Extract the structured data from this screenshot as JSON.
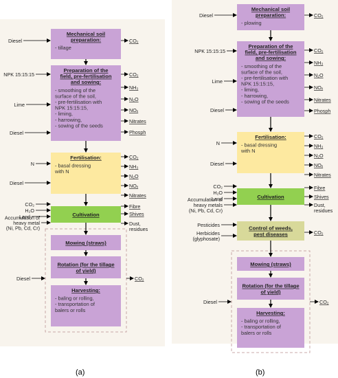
{
  "colors": {
    "purple": "#c9a3d6",
    "yellow": "#fde9a0",
    "green": "#92d050",
    "olive": "#d8d99a",
    "panel_bg": "#f8f4ed",
    "arrow": "#000000",
    "dashed": "#c8a8a8"
  },
  "panel_a": {
    "caption": "(a)",
    "boxes": [
      {
        "id": "a-mech",
        "title": [
          "Mechanical soil",
          "preparation:"
        ],
        "body": [
          "- tillage"
        ],
        "color": "purple"
      },
      {
        "id": "a-prep",
        "title": [
          "Preparation of the",
          "field, pre-fertilisation",
          "and sowing:"
        ],
        "body": [
          "- smoothing of the",
          "surface of the soil,",
          "- pre-fertilisation with",
          "NPK 15:15:15,",
          "- liming,",
          "- harrowing,",
          "- sowing of the seeds"
        ],
        "color": "purple"
      },
      {
        "id": "a-fert",
        "title": [
          "Fertilisation:"
        ],
        "body": [
          "- basal dressing",
          "with N"
        ],
        "color": "yellow"
      },
      {
        "id": "a-cult",
        "title": [
          "Cultivation"
        ],
        "body": [],
        "color": "green"
      },
      {
        "id": "a-mow",
        "title": [
          "Mowing (straws)"
        ],
        "body": [],
        "color": "purple"
      },
      {
        "id": "a-rot",
        "title": [
          "Rotation (for the tillage",
          "of yield)"
        ],
        "body": [],
        "color": "purple"
      },
      {
        "id": "a-harv",
        "title": [
          "Harvesting:"
        ],
        "body": [
          "- baling or rolling,",
          "- transportation of",
          "balers or rolls"
        ],
        "color": "purple"
      }
    ],
    "inputs": [
      {
        "box": "a-mech",
        "lines": [
          "Diesel"
        ]
      },
      {
        "box": "a-prep",
        "lines": [
          "NPK 15:15:15"
        ]
      },
      {
        "box": "a-prep",
        "lines": [
          "Lime"
        ]
      },
      {
        "box": "a-prep",
        "lines": [
          "Diesel"
        ]
      },
      {
        "box": "a-fert",
        "lines": [
          "N"
        ]
      },
      {
        "box": "a-fert",
        "lines": [
          "Diesel"
        ]
      },
      {
        "box": "a-cult",
        "lines": [
          "CO₂"
        ]
      },
      {
        "box": "a-cult",
        "lines": [
          "H₂O"
        ]
      },
      {
        "box": "a-cult",
        "lines": [
          "Land"
        ]
      },
      {
        "box": "a-cult",
        "lines": [
          "Accumulation of",
          "heavy metal",
          "(Ni, Pb, Cd, Cr)"
        ]
      },
      {
        "box": "a-rot",
        "lines": [
          "Diesel"
        ]
      }
    ],
    "outputs": [
      {
        "box": "a-mech",
        "lines": [
          "CO₂"
        ]
      },
      {
        "box": "a-prep",
        "lines": [
          "CO₂"
        ]
      },
      {
        "box": "a-prep",
        "lines": [
          "NH₃"
        ]
      },
      {
        "box": "a-prep",
        "lines": [
          "N₂O"
        ]
      },
      {
        "box": "a-prep",
        "lines": [
          "NOₓ"
        ]
      },
      {
        "box": "a-prep",
        "lines": [
          "Nitrates"
        ]
      },
      {
        "box": "a-prep",
        "lines": [
          "Phosph"
        ]
      },
      {
        "box": "a-fert",
        "lines": [
          "CO₂"
        ]
      },
      {
        "box": "a-fert",
        "lines": [
          "NH₃"
        ]
      },
      {
        "box": "a-fert",
        "lines": [
          "N₂O"
        ]
      },
      {
        "box": "a-fert",
        "lines": [
          "NOₓ"
        ]
      },
      {
        "box": "a-fert",
        "lines": [
          "Nitrates"
        ]
      },
      {
        "box": "a-cult",
        "lines": [
          "Fibre"
        ]
      },
      {
        "box": "a-cult",
        "lines": [
          "Shives"
        ]
      },
      {
        "box": "a-cult",
        "lines": [
          "Dust,",
          "residues"
        ]
      },
      {
        "box": "a-rot",
        "lines": [
          "CO₂"
        ]
      }
    ]
  },
  "panel_b": {
    "caption": "(b)",
    "boxes": [
      {
        "id": "b-mech",
        "title": [
          "Mechanical soil",
          "preparation:"
        ],
        "body": [
          "- plowing"
        ],
        "color": "purple"
      },
      {
        "id": "b-prep",
        "title": [
          "Preparation of the",
          "field, pre-fertilisation",
          "and sowing:"
        ],
        "body": [
          "- smoothing of the",
          "surface of the soil,",
          "- pre-fertilisation with",
          "NPK 15:15:15,",
          "- liming,",
          "- harrowing,",
          "- sowing of the seeds"
        ],
        "color": "purple"
      },
      {
        "id": "b-fert",
        "title": [
          "Fertilisation:"
        ],
        "body": [
          "- basal dressing",
          "with N"
        ],
        "color": "yellow"
      },
      {
        "id": "b-cult",
        "title": [
          "Cultivation"
        ],
        "body": [],
        "color": "green"
      },
      {
        "id": "b-weed",
        "title": [
          "Control of weeds,",
          "pest diseases"
        ],
        "body": [],
        "color": "olive"
      },
      {
        "id": "b-mow",
        "title": [
          "Mowing (straws)"
        ],
        "body": [],
        "color": "purple"
      },
      {
        "id": "b-rot",
        "title": [
          "Rotation (for the tillage",
          "of yield)"
        ],
        "body": [],
        "color": "purple"
      },
      {
        "id": "b-harv",
        "title": [
          "Harvesting:"
        ],
        "body": [
          "- baling or rolling,",
          "- transportation of",
          "balers or rolls"
        ],
        "color": "purple"
      }
    ],
    "inputs": [
      {
        "box": "b-mech",
        "lines": [
          "Diesel"
        ]
      },
      {
        "box": "b-prep",
        "lines": [
          "NPK 15:15:15"
        ]
      },
      {
        "box": "b-prep",
        "lines": [
          "Lime"
        ]
      },
      {
        "box": "b-prep",
        "lines": [
          "Diesel"
        ]
      },
      {
        "box": "b-fert",
        "lines": [
          "N"
        ]
      },
      {
        "box": "b-fert",
        "lines": [
          "Diesel"
        ]
      },
      {
        "box": "b-cult",
        "lines": [
          "CO₂"
        ]
      },
      {
        "box": "b-cult",
        "lines": [
          "H₂O"
        ]
      },
      {
        "box": "b-cult",
        "lines": [
          "Land"
        ]
      },
      {
        "box": "b-cult",
        "lines": [
          "Accumulation of",
          "heavy metals",
          "(Ni, Pb, Cd, Cr)"
        ]
      },
      {
        "box": "b-weed",
        "lines": [
          "Pesticides"
        ]
      },
      {
        "box": "b-weed",
        "lines": [
          "Herbicides",
          "(glyphosate)"
        ]
      },
      {
        "box": "b-rot",
        "lines": [
          "Diesel"
        ]
      }
    ],
    "outputs": [
      {
        "box": "b-mech",
        "lines": [
          "CO₂"
        ]
      },
      {
        "box": "b-prep",
        "lines": [
          "CO₂"
        ]
      },
      {
        "box": "b-prep",
        "lines": [
          "NH₃"
        ]
      },
      {
        "box": "b-prep",
        "lines": [
          "N₂O"
        ]
      },
      {
        "box": "b-prep",
        "lines": [
          "NOₓ"
        ]
      },
      {
        "box": "b-prep",
        "lines": [
          "Nitrates"
        ]
      },
      {
        "box": "b-prep",
        "lines": [
          "Phosph"
        ]
      },
      {
        "box": "b-fert",
        "lines": [
          "CO₂"
        ]
      },
      {
        "box": "b-fert",
        "lines": [
          "NH₃"
        ]
      },
      {
        "box": "b-fert",
        "lines": [
          "N₂O"
        ]
      },
      {
        "box": "b-fert",
        "lines": [
          "NOₓ"
        ]
      },
      {
        "box": "b-fert",
        "lines": [
          "Nitrates"
        ]
      },
      {
        "box": "b-cult",
        "lines": [
          "Fibre"
        ]
      },
      {
        "box": "b-cult",
        "lines": [
          "Shives"
        ]
      },
      {
        "box": "b-cult",
        "lines": [
          "Dust,",
          "residues"
        ]
      },
      {
        "box": "b-weed",
        "lines": [
          "CO₂"
        ]
      },
      {
        "box": "b-rot",
        "lines": [
          "CO₂"
        ]
      }
    ]
  }
}
